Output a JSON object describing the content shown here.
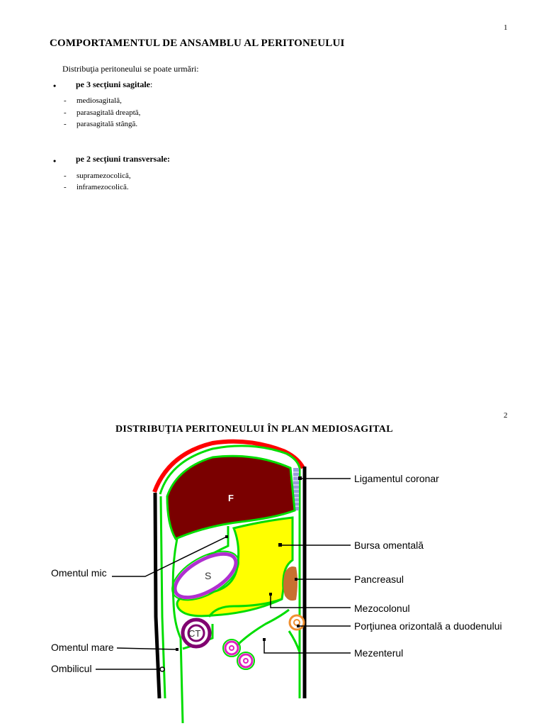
{
  "page1": {
    "number": "1",
    "title": "COMPORTAMENTUL DE ANSAMBLU AL PERITONEULUI",
    "intro": "Distribuţia peritoneului se poate urmări:",
    "sections": [
      {
        "bullet": "•",
        "heading": "pe 3 secţiuni sagitale",
        "suffix": ":",
        "items": [
          "mediosagitală,",
          "parasagitală dreaptă,",
          "parasagitală stângă."
        ]
      },
      {
        "bullet": "•",
        "heading": "pe 2 secţiuni transversale:",
        "suffix": "",
        "items": [
          "supramezocolică,",
          "inframezocolică."
        ]
      }
    ],
    "dash": "-"
  },
  "page2": {
    "number": "2",
    "title": "DISTRIBUŢIA PERITONEULUI ÎN PLAN MEDIOSAGITAL",
    "organs": {
      "liver": "F",
      "stomach": "S",
      "colon": "CT"
    },
    "labels_right": [
      "Ligamentul coronar",
      "Bursa omentală",
      "Pancreasul",
      "Mezocolonul",
      "Porţiunea orizontală a duodenului",
      "Mezenterul"
    ],
    "labels_left": [
      "Omentul mic",
      "Omentul mare",
      "Ombilicul"
    ]
  },
  "colors": {
    "peritoneum": "#00dd00",
    "liver": "#7a0000",
    "bursa": "#ffff00",
    "diaphragm_area": "#ff0000",
    "coronary": "#9b9bdc",
    "stomach": "#b030d0",
    "colon": "#800070",
    "pancreas": "#c87030",
    "duodenum": "#f09030",
    "intestine": "#e020c0"
  }
}
